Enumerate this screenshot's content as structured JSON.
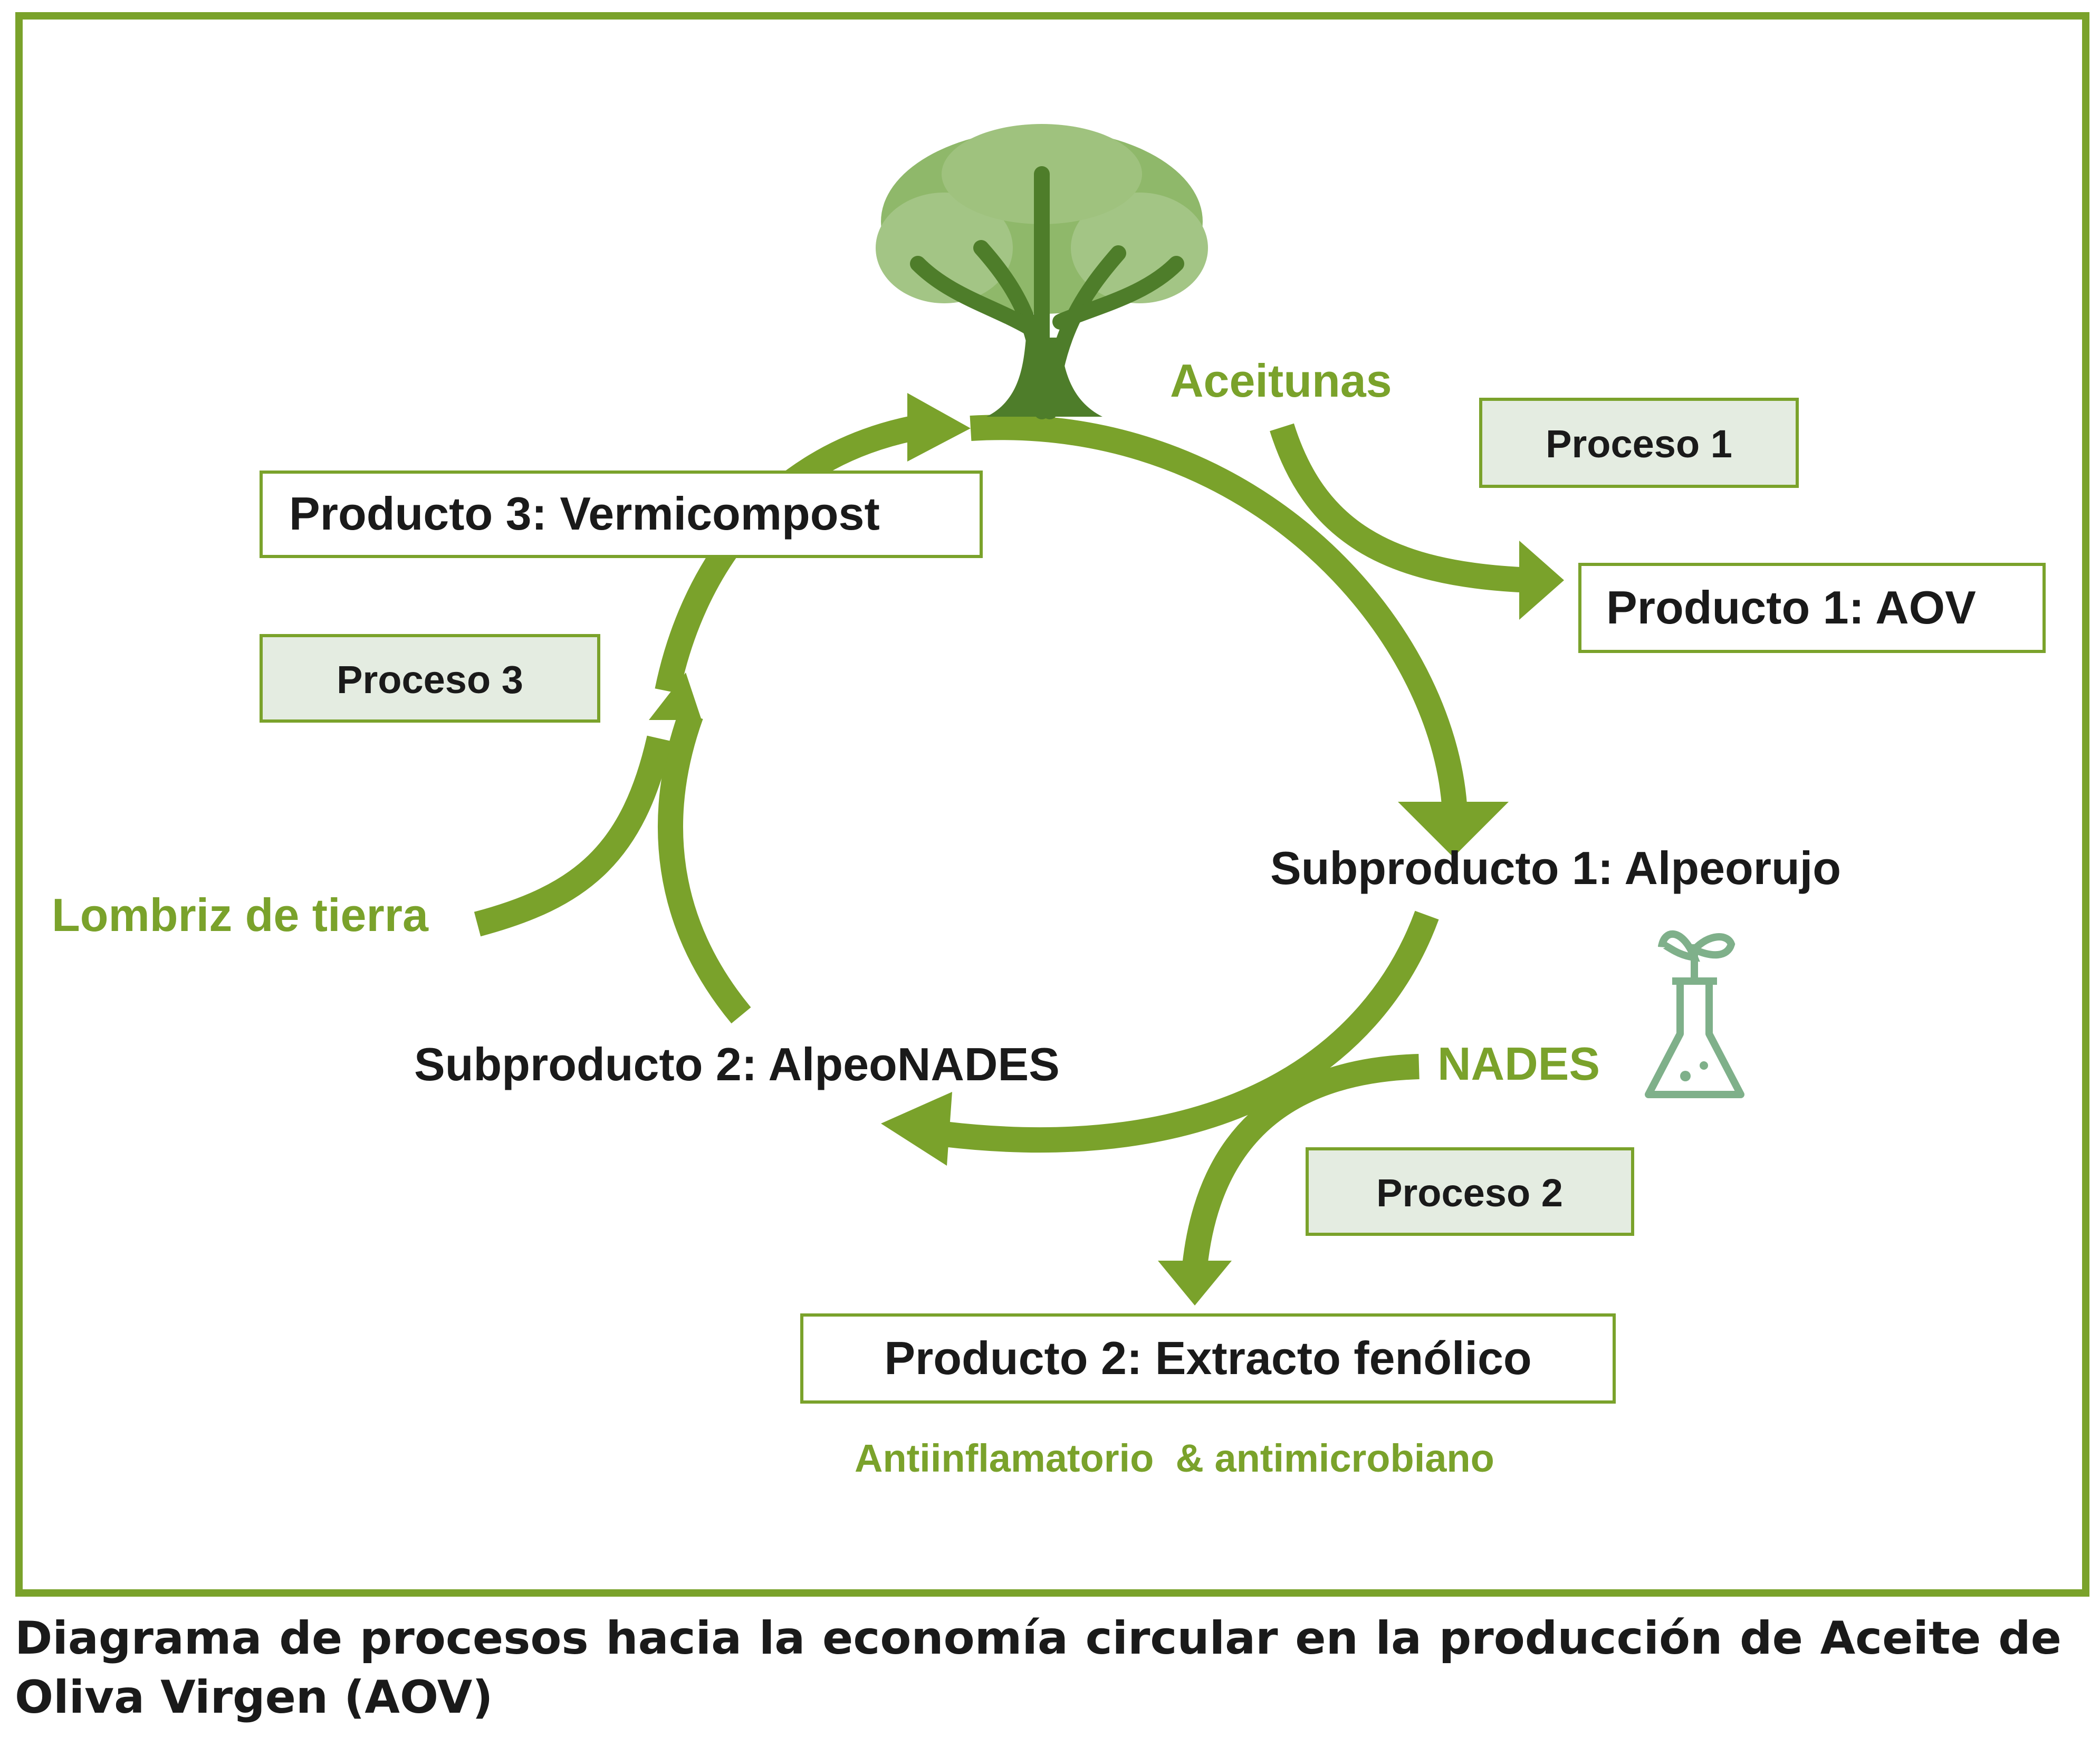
{
  "colors": {
    "primary": "#7aa22b",
    "box_fill": "#e4ece1",
    "text": "#1a1a1a"
  },
  "icons": [
    "olive-tree-icon",
    "flask-sprout-icon"
  ],
  "labels": {
    "aceitunas": "Aceitunas",
    "lombriz": "Lombriz de tierra",
    "nades": "NADES",
    "antiinflamatorio": "Antiinflamatorio  & antimicrobiano"
  },
  "boxes": {
    "proceso1": "Proceso 1",
    "proceso2": "Proceso 2",
    "proceso3": "Proceso 3",
    "producto1": "Producto 1: AOV",
    "producto2": "Producto 2: Extracto fenólico",
    "producto3": "Producto 3: Vermicompost"
  },
  "subproducts": {
    "sub1": "Subproducto 1: Alpeorujo",
    "sub2": "Subproducto 2: AlpeoNADES"
  },
  "caption": "Diagrama de procesos hacia la economía circular en la producción de Aceite de Oliva Virgen (AOV)"
}
